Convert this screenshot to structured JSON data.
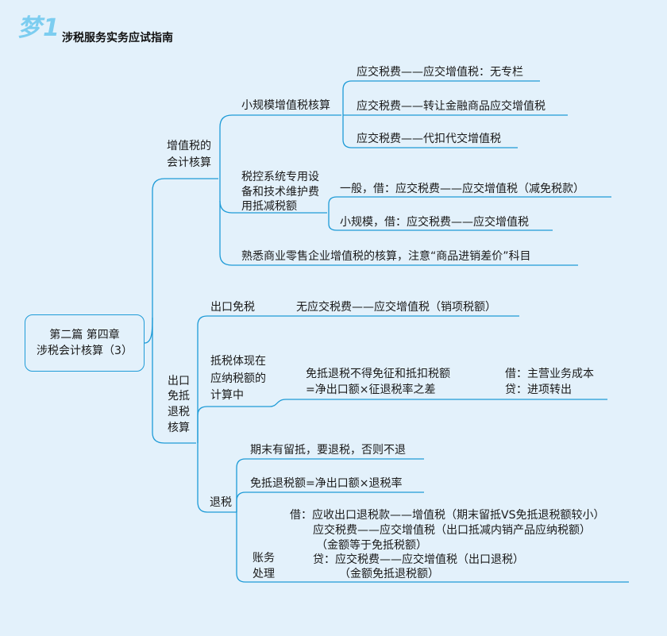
{
  "header": {
    "logo_text": "梦1",
    "book_title": "涉税服务实务应试指南"
  },
  "root": {
    "line1": "第二篇 第四章",
    "line2": "涉税会计核算（3）"
  },
  "vat_branch": {
    "title_line1": "增值税的",
    "title_line2": "会计核算",
    "small_scale": {
      "label": "小规模增值税核算",
      "items": [
        "应交税费——应交增值税：无专栏",
        "应交税费——转让金融商品应交增值税",
        "应交税费——代扣代交增值税"
      ]
    },
    "tax_control": {
      "label_line1": "税控系统专用设",
      "label_line2": "备和技术维护费",
      "label_line3": "用抵减税额",
      "items": [
        "一般，借：应交税费——应交增值税（减免税款）",
        "小规模，借：应交税费——应交增值税"
      ]
    },
    "retail_note": "熟悉商业零售企业增值税的核算，注意“商品进销差价”科目"
  },
  "export_branch": {
    "title_line1": "出口",
    "title_line2": "免抵",
    "title_line3": "退税",
    "title_line4": "核算",
    "exempt": {
      "label": "出口免税",
      "item": "无应交税费——应交增值税（销项税额）"
    },
    "offset": {
      "label_line1": "抵税体现在",
      "label_line2": "应纳税额的",
      "label_line3": "计算中",
      "detail_line1": "免抵退税不得免征和抵扣税额",
      "detail_line2": "=净出口额×征退税率之差",
      "entry_line1": "借：主营业务成本",
      "entry_line2": "贷：进项转出"
    },
    "refund": {
      "label": "退税",
      "item1": "期末有留抵，要退税，否则不退",
      "item2": "免抵退税额=净出口额×退税率",
      "accounting_label_line1": "账务",
      "accounting_label_line2": "处理",
      "entries": [
        "借：应收出口退税款——增值税（期末留抵VS免抵退税额较小）",
        "应交税费——应交增值税（出口抵减内销产品应纳税额）",
        "（金额等于免抵税额）",
        "贷：应交税费——应交增值税（出口退税）",
        "（金额免抵退税额）"
      ]
    }
  },
  "colors": {
    "background": "#e3f1fb",
    "line": "#1e9bd7",
    "logo": "#7ccdf0"
  }
}
